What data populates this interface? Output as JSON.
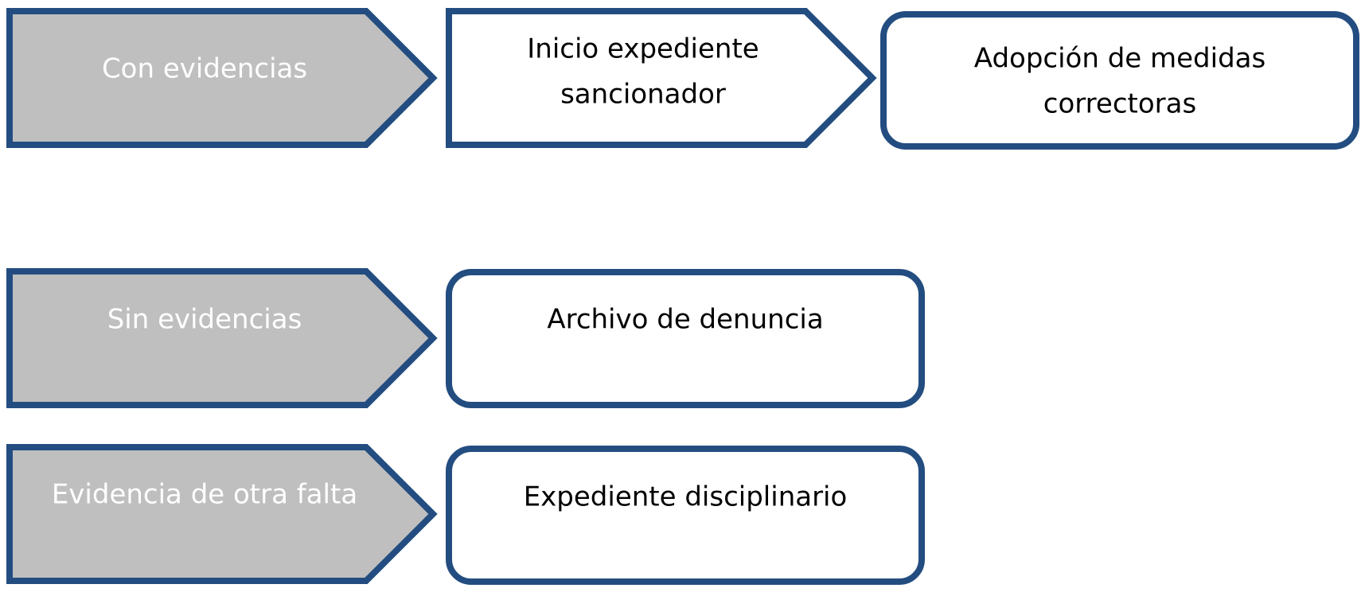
{
  "flows": [
    {
      "condition": "Con evidencias",
      "steps": [
        {
          "lines": [
            "Inicio expediente",
            "sancionador"
          ]
        },
        {
          "lines": [
            "Adopción de medidas",
            "correctoras"
          ]
        }
      ]
    },
    {
      "condition": "Sin evidencias",
      "steps": [
        {
          "lines": [
            "Archivo de denuncia"
          ]
        }
      ]
    },
    {
      "condition": "Evidencia de otra falta",
      "steps": [
        {
          "lines": [
            "Expediente disciplinario"
          ]
        }
      ]
    }
  ],
  "colors": {
    "outline": "#234d80",
    "condition_fill": "#bfbfbf",
    "step_fill": "#ffffff",
    "condition_text": "#ffffff",
    "step_text": "#000000"
  }
}
